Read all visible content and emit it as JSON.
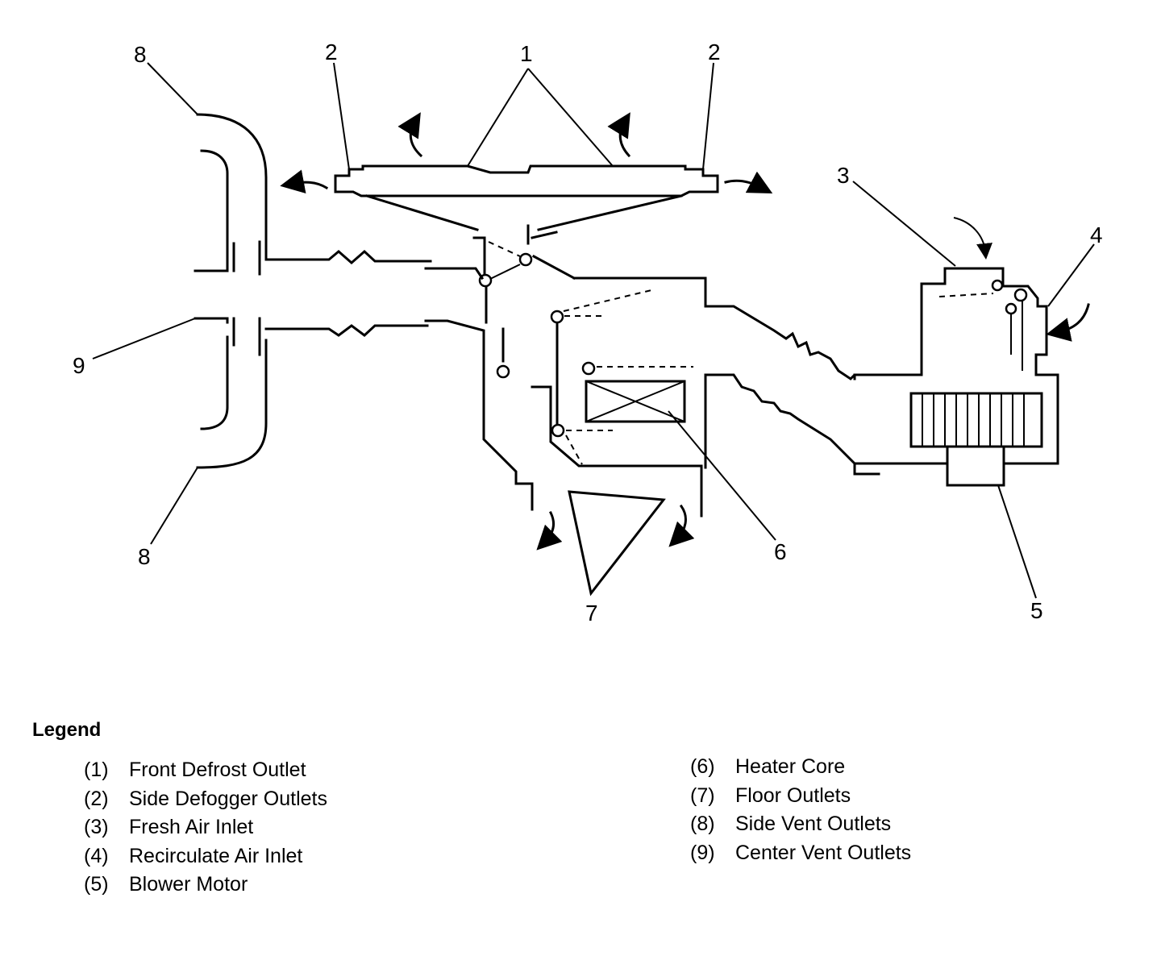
{
  "diagram": {
    "callouts": {
      "c1": "1",
      "c2a": "2",
      "c2b": "2",
      "c3": "3",
      "c4": "4",
      "c5": "5",
      "c6": "6",
      "c7": "7",
      "c8a": "8",
      "c8b": "8",
      "c9": "9"
    }
  },
  "legend": {
    "title": "Legend",
    "items": [
      {
        "num": "(1)",
        "label": "Front Defrost Outlet"
      },
      {
        "num": "(2)",
        "label": "Side Defogger Outlets"
      },
      {
        "num": "(3)",
        "label": "Fresh Air Inlet"
      },
      {
        "num": "(4)",
        "label": "Recirculate Air Inlet"
      },
      {
        "num": "(5)",
        "label": "Blower Motor"
      },
      {
        "num": "(6)",
        "label": "Heater Core"
      },
      {
        "num": "(7)",
        "label": "Floor Outlets"
      },
      {
        "num": "(8)",
        "label": "Side Vent Outlets"
      },
      {
        "num": "(9)",
        "label": "Center Vent Outlets"
      }
    ]
  }
}
